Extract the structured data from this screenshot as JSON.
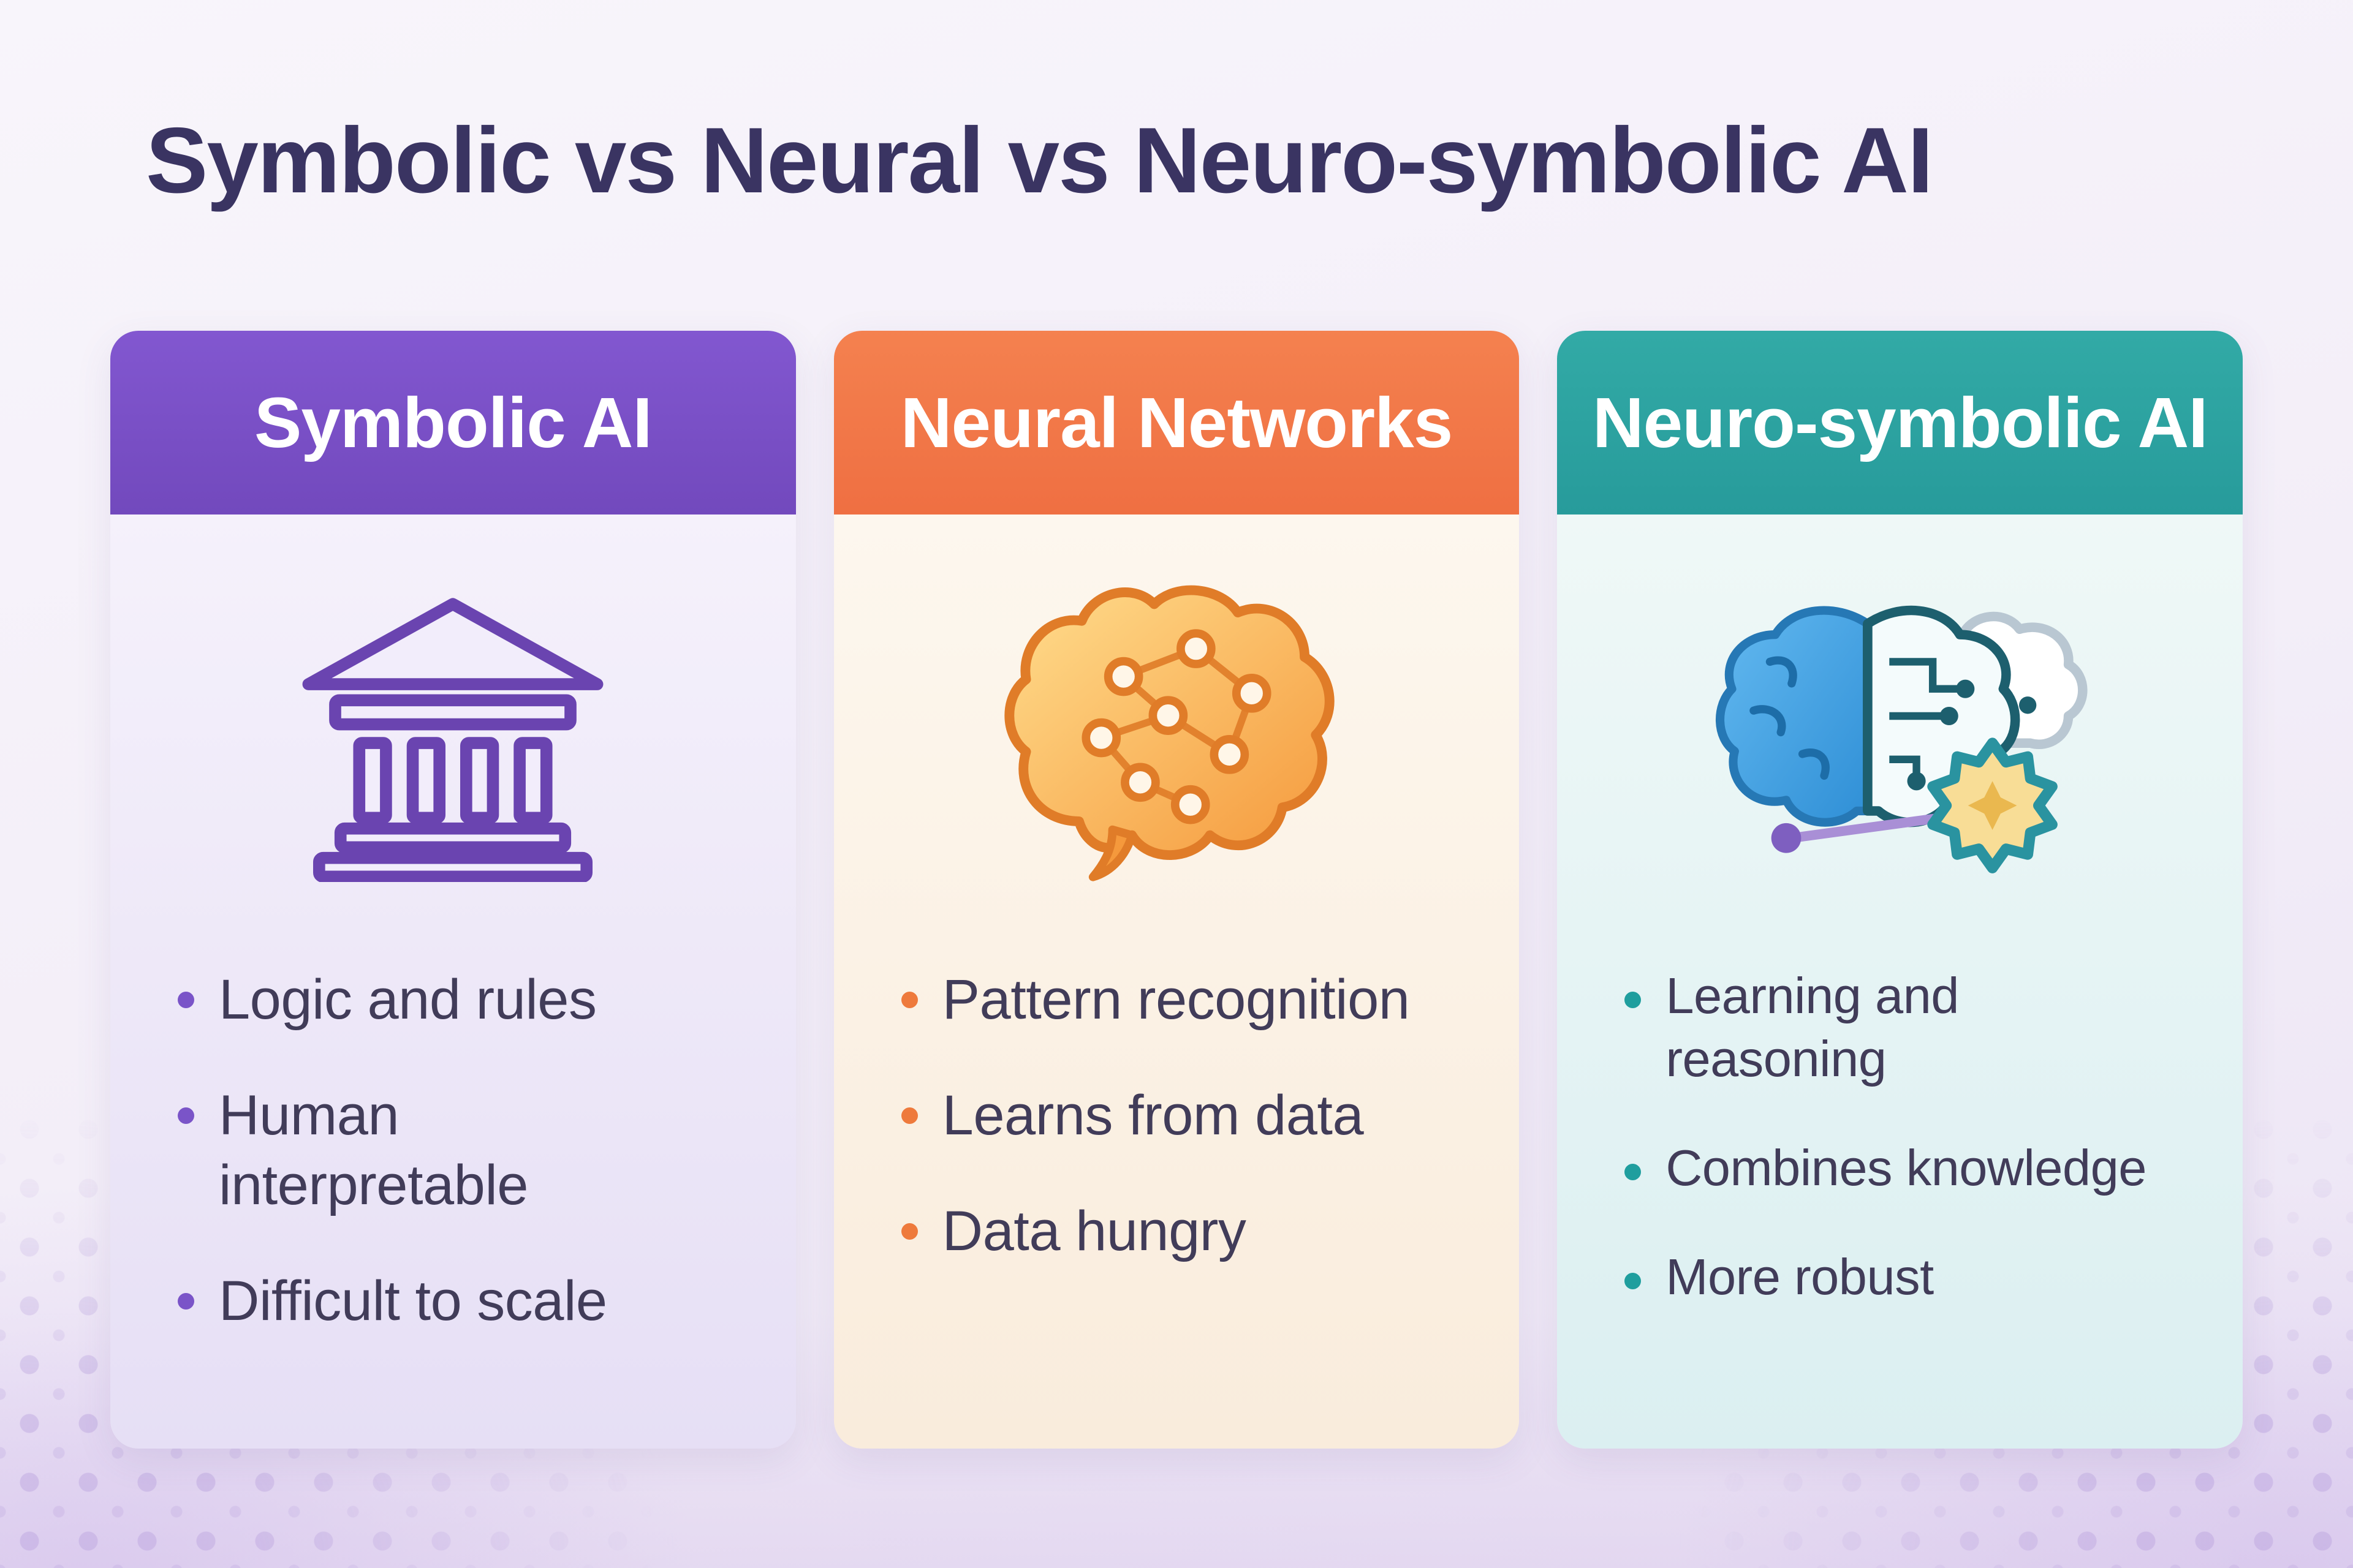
{
  "title": "Symbolic vs Neural vs Neuro-symbolic AI",
  "colors": {
    "title_text": "#3a3462",
    "symbolic_accent": "#7a54c8",
    "neural_accent": "#ee7a3c",
    "neuro_accent": "#1f9e9e",
    "bullet_text": "#413c59"
  },
  "cards": [
    {
      "header": "Symbolic AI",
      "icon": "bank-building-icon",
      "accent": "#7a54c8",
      "bullets": [
        "Logic and rules",
        "Human interpretable",
        "Difficult to scale"
      ]
    },
    {
      "header": "Neural Networks",
      "icon": "brain-network-icon",
      "accent": "#ee7a3c",
      "bullets": [
        "Pattern recognition",
        "Learns from data",
        "Data hungry"
      ]
    },
    {
      "header": "Neuro-symbolic AI",
      "icon": "hybrid-brain-circuit-icon",
      "accent": "#1f9e9e",
      "bullets": [
        "Learning and reasoning",
        "Combines knowledge",
        "More robust"
      ]
    }
  ]
}
